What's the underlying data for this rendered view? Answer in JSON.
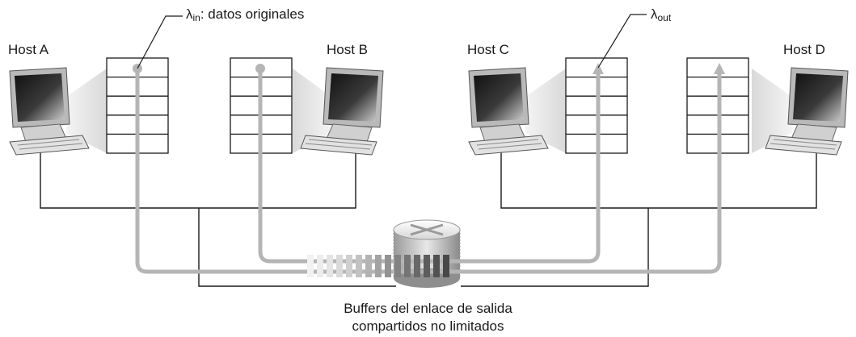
{
  "hosts": [
    {
      "name": "Host A"
    },
    {
      "name": "Host B"
    },
    {
      "name": "Host C"
    },
    {
      "name": "Host D"
    }
  ],
  "lambda_in": {
    "symbol": "λ",
    "subscript": "in",
    "text": ": datos originales"
  },
  "lambda_out": {
    "symbol": "λ",
    "subscript": "out"
  },
  "caption": {
    "line1": "Buffers del enlace de salida",
    "line2": "compartidos no limitados"
  },
  "colors": {
    "lines": "#1a1a1a",
    "flow": "#b5b5b5",
    "shade": "#e6e6e6",
    "screen_dark": "#2a2a2a"
  }
}
